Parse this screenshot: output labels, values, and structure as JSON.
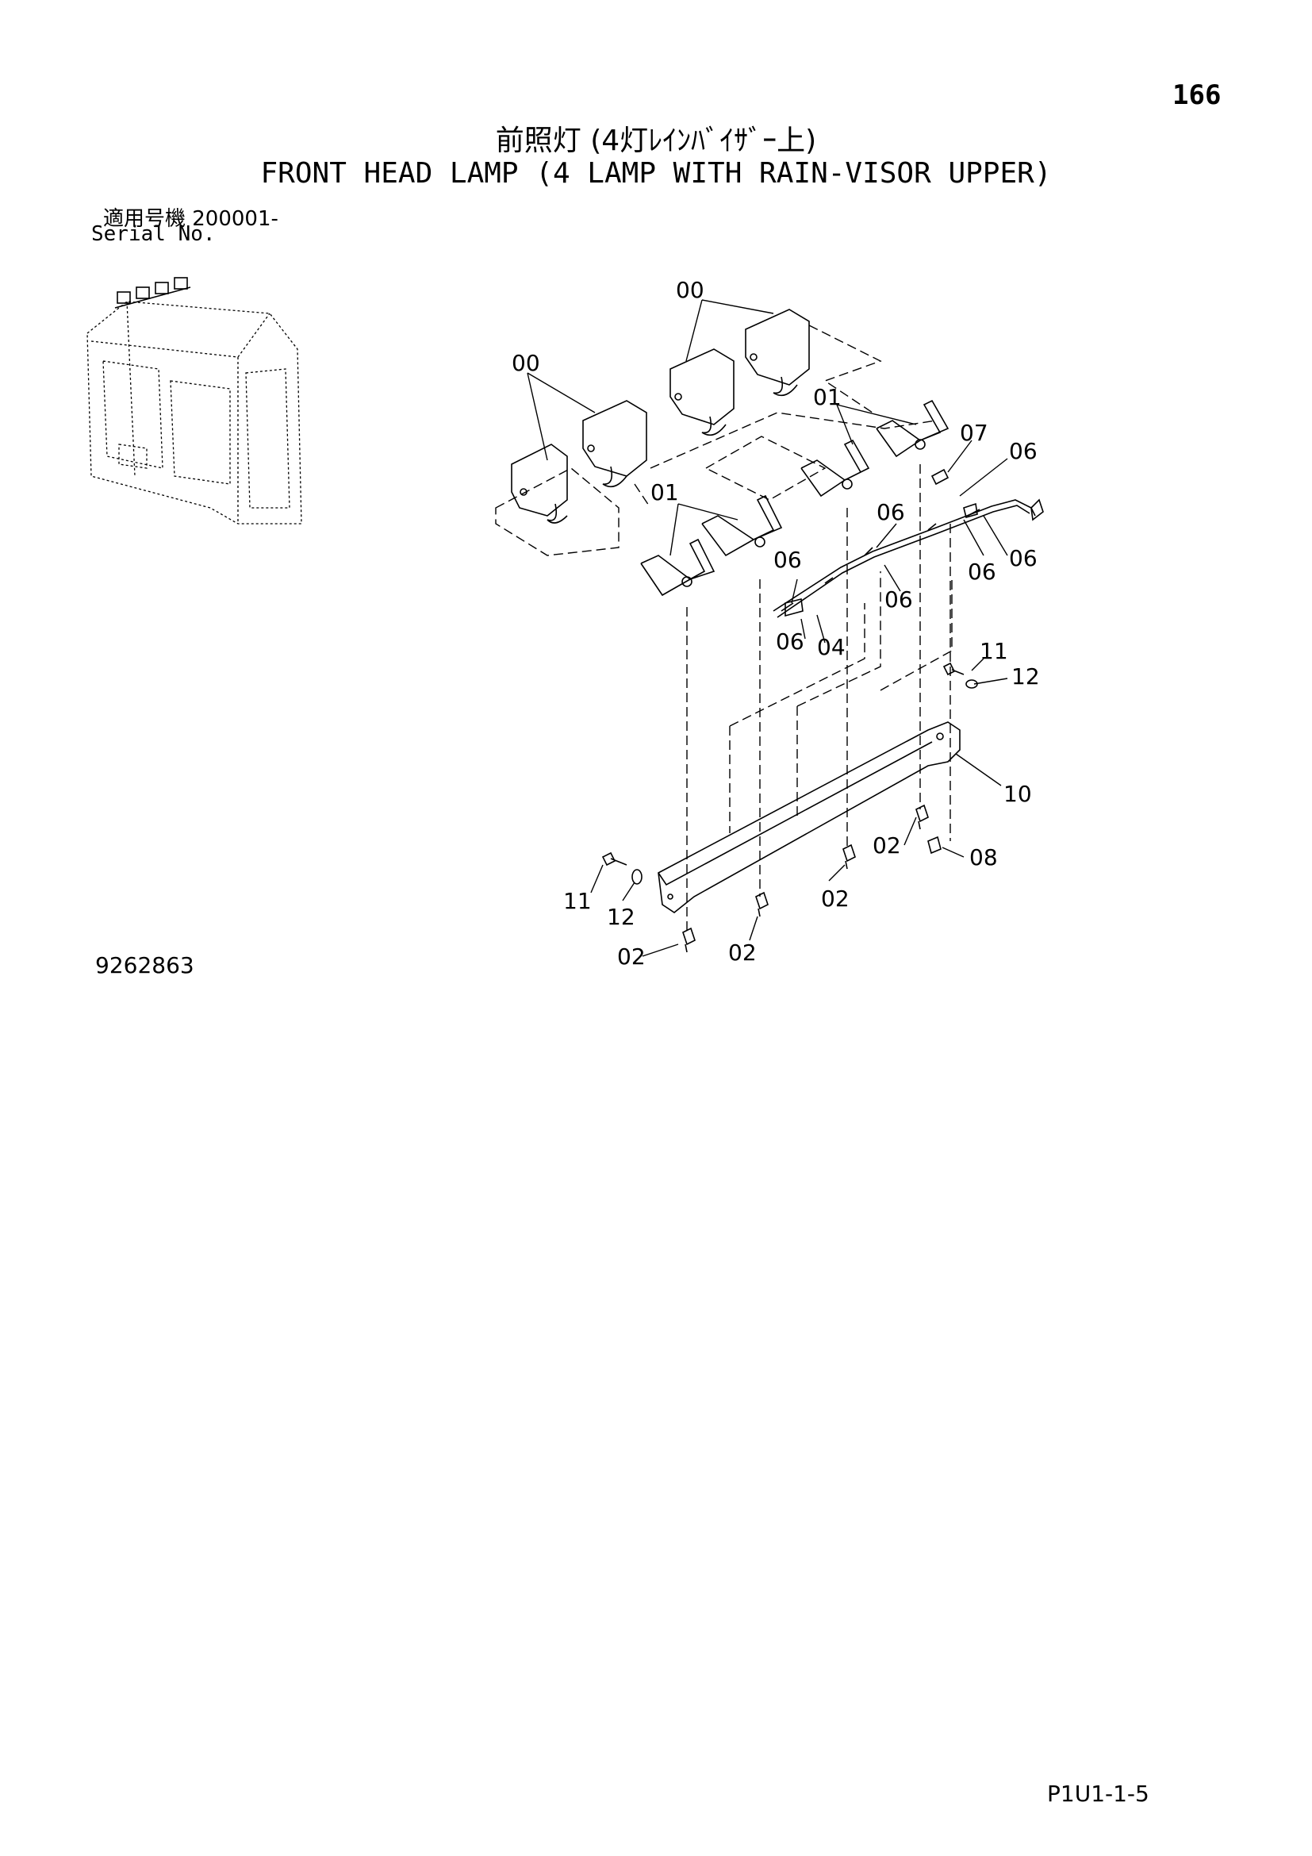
{
  "header": {
    "page_number": "166",
    "title_ja": "前照灯 (4灯ﾚｲﾝﾊﾞｲｻﾞｰ上)",
    "title_en": "FRONT HEAD LAMP (4 LAMP WITH RAIN-VISOR UPPER)"
  },
  "serial": {
    "label_ja": "適用号機  200001-",
    "label_en": "Serial No."
  },
  "footer": {
    "drawing_number": "9262863",
    "page_code": "P1U1-1-5"
  },
  "callouts": {
    "c00a": "00",
    "c00b": "00",
    "c01a": "01",
    "c01b": "01",
    "c07": "07",
    "c06a": "06",
    "c06b": "06",
    "c06c": "06",
    "c06d": "06",
    "c06e": "06",
    "c06f": "06",
    "c06g": "06",
    "c04": "04",
    "c11a": "11",
    "c12a": "12",
    "c10": "10",
    "c02a": "02",
    "c08": "08",
    "c02b": "02",
    "c11b": "11",
    "c12b": "12",
    "c02c": "02",
    "c02d": "02"
  }
}
